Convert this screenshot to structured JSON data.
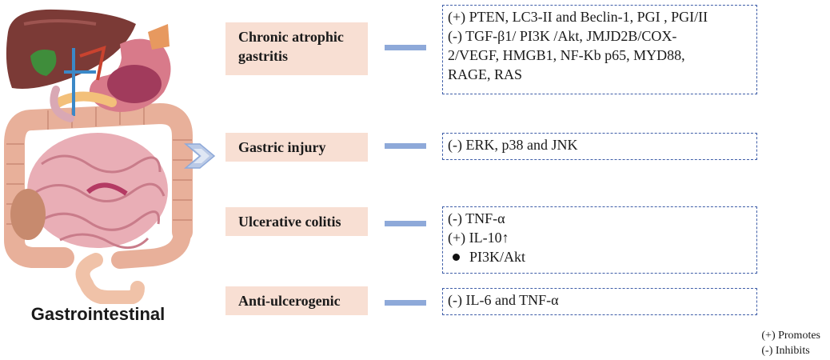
{
  "organ": {
    "title": "Gastrointestinal"
  },
  "conditions": [
    {
      "name_lines": [
        "Chronic atrophic",
        "gastritis"
      ],
      "effects": [
        "(+) PTEN, LC3-II and Beclin-1, PGI , PGI/II",
        "(-) TGF-β1/ PI3K /Akt, JMJD2B/COX-",
        "2/VEGF, HMGB1, NF-Kb p65, MYD88,",
        "RAGE, RAS"
      ]
    },
    {
      "name_lines": [
        "Gastric injury"
      ],
      "effects": [
        "(-) ERK, p38 and JNK"
      ]
    },
    {
      "name_lines": [
        "Ulcerative colitis"
      ],
      "effects": [
        "(-) TNF-α",
        "(+) IL-10↑",
        "PI3K/Akt"
      ]
    },
    {
      "name_lines": [
        "Anti-ulcerogenic"
      ],
      "effects": [
        "(-) IL-6 and TNF-α"
      ]
    }
  ],
  "legend": {
    "promotes": "(+) Promotes",
    "inhibits": "(-) Inhibits"
  },
  "colors": {
    "condition_fill": "#f8dfd3",
    "connector": "#8ea9d9",
    "box_border": "#3f5ea8",
    "chevron": "#b9c9e6"
  }
}
